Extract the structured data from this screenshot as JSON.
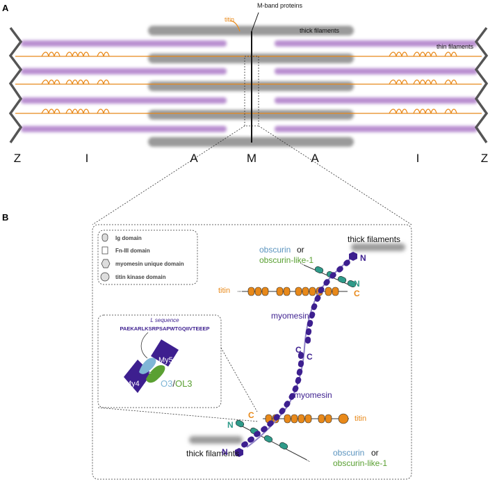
{
  "panelA": {
    "letter": "A",
    "labels": {
      "mband": "M-band proteins",
      "titin": "titin",
      "thick": "thick filaments",
      "thin": "thin filaments"
    },
    "bands": [
      "Z",
      "I",
      "A",
      "M",
      "A",
      "I",
      "Z"
    ]
  },
  "panelB": {
    "letter": "B",
    "legend": [
      {
        "icon": "ig-domain-icon",
        "label": "Ig domain"
      },
      {
        "icon": "fn3-domain-icon",
        "label": "Fn-III domain"
      },
      {
        "icon": "myomesin-unique-domain-icon",
        "label": "myomesin unique domain"
      },
      {
        "icon": "titin-kinase-domain-icon",
        "label": "titin kinase domain"
      }
    ],
    "inset": {
      "l_sequence_label": "L sequence",
      "sequence": "PAEKARLKSRPSAPWTGQIIVTEEEP",
      "my5": "My5",
      "my4": "My4",
      "l_mark": "L",
      "o3": "O3",
      "slash": "/",
      "ol3": "OL3"
    },
    "labels": {
      "thick_top": "thick filaments",
      "thick_bottom": "thick filaments",
      "obscurin_top": "obscurin",
      "or_top": "or",
      "obsl1_top": "obscurin-like-1",
      "titin_top": "titin",
      "myomesin_top": "myomesin",
      "myomesin_bottom": "myomesin",
      "titin_bottom": "titin",
      "obscurin_bottom": "obscurin",
      "or_bottom": "or",
      "obsl1_bottom": "obscurin-like-1",
      "N_top": "N",
      "N_obs_top": "N",
      "C_titin_top": "C",
      "C_mid1": "C",
      "C_mid2": "C",
      "C_titin_bottom": "C",
      "N_obs_bottom": "N",
      "N_bottom": "N"
    }
  },
  "colors": {
    "titin": "#e8891a",
    "thin": "#b98fd0",
    "thick": "#9a9a9a",
    "myomesin": "#3d1f8f",
    "obscurin_text": "#5b94bf",
    "obsl1_text": "#5aa032",
    "obscurin_domain": "#2f9b8a",
    "o3": "#7fb6d6",
    "ol3": "#5aa032"
  }
}
